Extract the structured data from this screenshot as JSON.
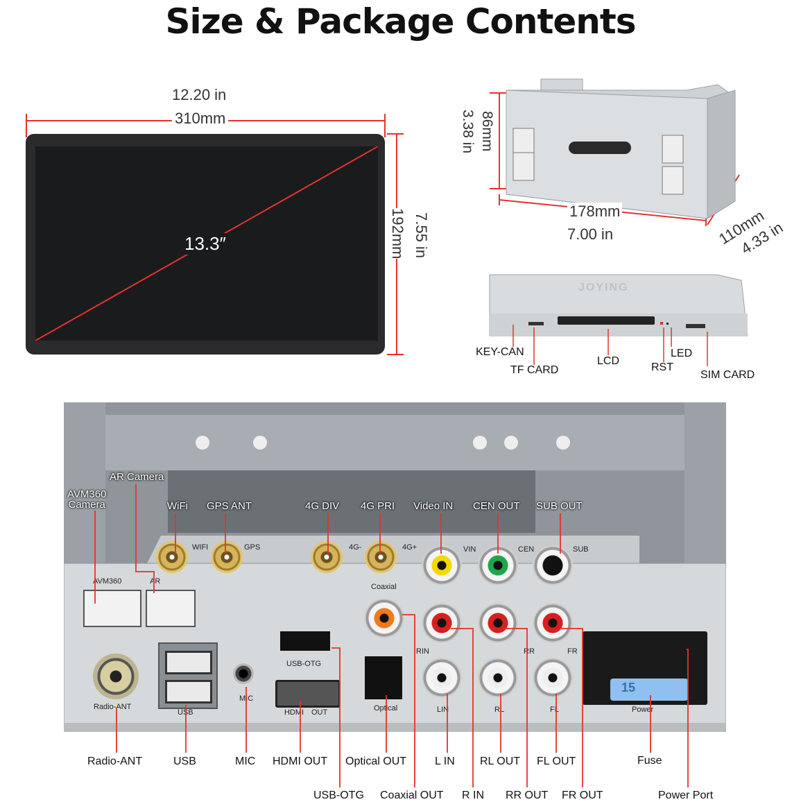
{
  "title": "Size & Package Contents",
  "screen": {
    "width_in": "12.20 in",
    "width_mm": "310mm",
    "height_mm": "192mm",
    "height_in": "7.55 in",
    "diagonal": "13.3″",
    "color": "#2b2b2d"
  },
  "chassis": {
    "height_mm": "86mm",
    "height_in": "3.38 in",
    "width_mm": "178mm",
    "width_in": "7.00 in",
    "depth_mm": "110mm",
    "depth_in": "4.33 in",
    "brand_emboss": "JOYING"
  },
  "front_ports": {
    "key_can": "KEY-CAN",
    "tf_card": "TF CARD",
    "lcd": "LCD",
    "rst": "RST",
    "led": "LED",
    "sim_card": "SIM CARD"
  },
  "panel_silk": {
    "wifi": "WIFI",
    "gps": "GPS",
    "g4m": "4G-",
    "g4p": "4G+",
    "vin": "VIN",
    "cen": "CEN",
    "sub": "SUB",
    "avm360": "AVM360",
    "ar": "AR",
    "coaxial": "Coaxial",
    "rin": "RIN",
    "rr": "RR",
    "fr": "FR",
    "usb_otg": "USB-OTG",
    "radio_ant": "Radio-ANT",
    "usb": "USB",
    "mic": "MIC",
    "hdmi": "HDMI",
    "out": "OUT",
    "optical": "Optical",
    "lin": "LIN",
    "rl": "RL",
    "fl": "FL",
    "power": "Power",
    "fuse": "15"
  },
  "top_callouts": {
    "ar_camera": "AR Camera",
    "avm360_camera": "AVM360\nCamera",
    "wifi": "WiFi",
    "gps_ant": "GPS ANT",
    "g4_div": "4G DIV",
    "g4_pri": "4G PRI",
    "video_in": "Video IN",
    "cen_out": "CEN OUT",
    "sub_out": "SUB OUT"
  },
  "bottom_callouts": {
    "radio_ant": "Radio-ANT",
    "usb": "USB",
    "mic": "MIC",
    "hdmi_out": "HDMI OUT",
    "optical_out": "Optical OUT",
    "l_in": "L IN",
    "rl_out": "RL OUT",
    "fl_out": "FL OUT",
    "fuse": "Fuse",
    "usb_otg": "USB-OTG",
    "coaxial_out": "Coaxial OUT",
    "r_in": "R IN",
    "rr_out": "RR OUT",
    "fr_out": "FR OUT",
    "power_port": "Power Port"
  },
  "colors": {
    "dimension_line": "#e5322d",
    "rca_yellow": "#f5d800",
    "rca_green": "#1fa64a",
    "rca_black": "#111111",
    "rca_orange": "#f07a1a",
    "rca_red": "#d81e1e",
    "rca_white": "#eeeeee",
    "fuse_blue": "#8fc0f0"
  }
}
